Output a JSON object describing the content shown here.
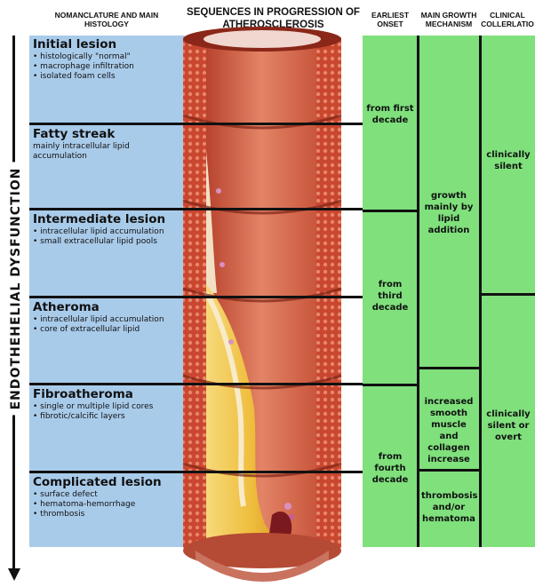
{
  "headers": {
    "nomenclature": "NOMANCLATURE AND MAIN HISTOLOGY",
    "sequences": "SEQUENCES IN PROGRESSION OF ATHEROSCLEROSIS",
    "onset": "EARLIEST ONSET",
    "growth": "MAIN GROWTH MECHANISM",
    "clinical": "CLINICAL COLLERLATIO"
  },
  "side_label": "ENDOTHEHELIAL DYSFUNCTION",
  "stages": [
    {
      "title": "Initial lesion",
      "items": [
        "histologically \"normal\"",
        "macrophage infiltration",
        "isolated foam cells"
      ]
    },
    {
      "title": "Fatty streak",
      "text": "mainly intracellular lipid accumulation"
    },
    {
      "title": "Intermediate lesion",
      "items": [
        "intracellular lipid accumulation",
        "small extracellular lipid pools"
      ]
    },
    {
      "title": "Atheroma",
      "items": [
        "intracellular lipid accumulation",
        "core of extracellular lipid"
      ]
    },
    {
      "title": "Fibroatheroma",
      "items": [
        "single or multiple lipid cores",
        "fibrotic/calcific layers"
      ]
    },
    {
      "title": "Complicated lesion",
      "items": [
        "surface defect",
        "hematoma-hemorrhage",
        "thrombosis"
      ]
    }
  ],
  "onset": [
    "from first decade",
    "from third decade",
    "from fourth decade"
  ],
  "growth": [
    "growth mainly by lipid addition",
    "increased smooth muscle and collagen increase",
    "thrombosis and/or hematoma"
  ],
  "clinical": [
    "clinically silent",
    "clinically silent or overt"
  ],
  "colors": {
    "histology_bg": "#a9cbea",
    "columns_bg": "#7fe07c",
    "artery_wall": "#c9513a",
    "lipid_core": "#f2c64a"
  }
}
